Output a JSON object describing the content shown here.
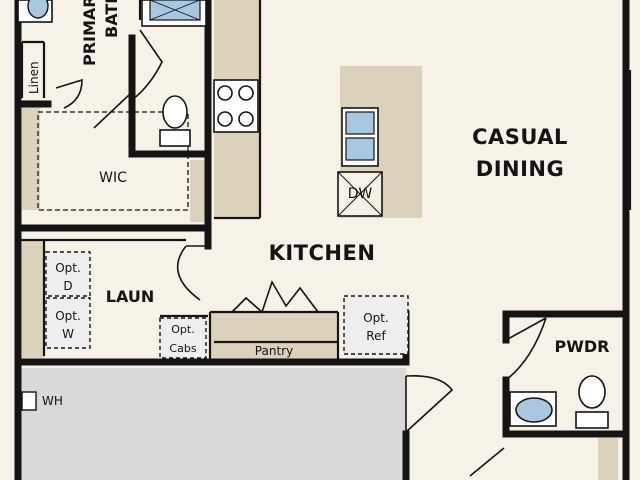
{
  "rooms": {
    "primary_bath": [
      "PRIMARY",
      "BATH"
    ],
    "linen": "Linen",
    "wic": "WIC",
    "casual_dining": [
      "CASUAL",
      "DINING"
    ],
    "kitchen": "KITCHEN",
    "dw": "DW",
    "laun": "LAUN",
    "opt_d": [
      "Opt.",
      "D"
    ],
    "opt_w": [
      "Opt.",
      "W"
    ],
    "opt_cabs": [
      "Opt.",
      "Cabs"
    ],
    "pantry": "Pantry",
    "opt_ref": [
      "Opt.",
      "Ref"
    ],
    "pwdr": "PWDR",
    "wh": "WH"
  },
  "colors": {
    "floor": "#f7f2e7",
    "wall": "#141414",
    "counter": "#dcd1bb",
    "garage": "#d9d9d9",
    "fixture_blue": "#a8c8e2"
  }
}
